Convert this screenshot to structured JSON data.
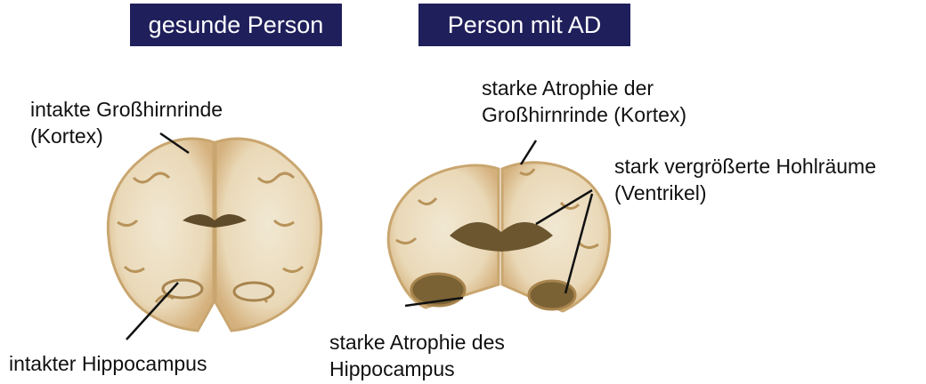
{
  "headers": {
    "left": "gesunde Person",
    "right": "Person mit AD"
  },
  "labels": {
    "healthy_cortex": [
      "intakte Großhirnrinde",
      "(Kortex)"
    ],
    "healthy_hippocampus": [
      "intakter Hippocampus"
    ],
    "ad_cortex": [
      "starke Atrophie der",
      "Großhirnrinde (Kortex)"
    ],
    "ad_ventricles": [
      "stark vergrößerte Hohlräume",
      "(Ventrikel)"
    ],
    "ad_hippocampus": [
      "starke Atrophie des",
      "Hippocampus"
    ]
  },
  "colors": {
    "header_bg": "#1f1f5c",
    "tissue_outer": "#d9b98a",
    "tissue_inner": "#efe5cf",
    "cavity": "#6b5630"
  }
}
